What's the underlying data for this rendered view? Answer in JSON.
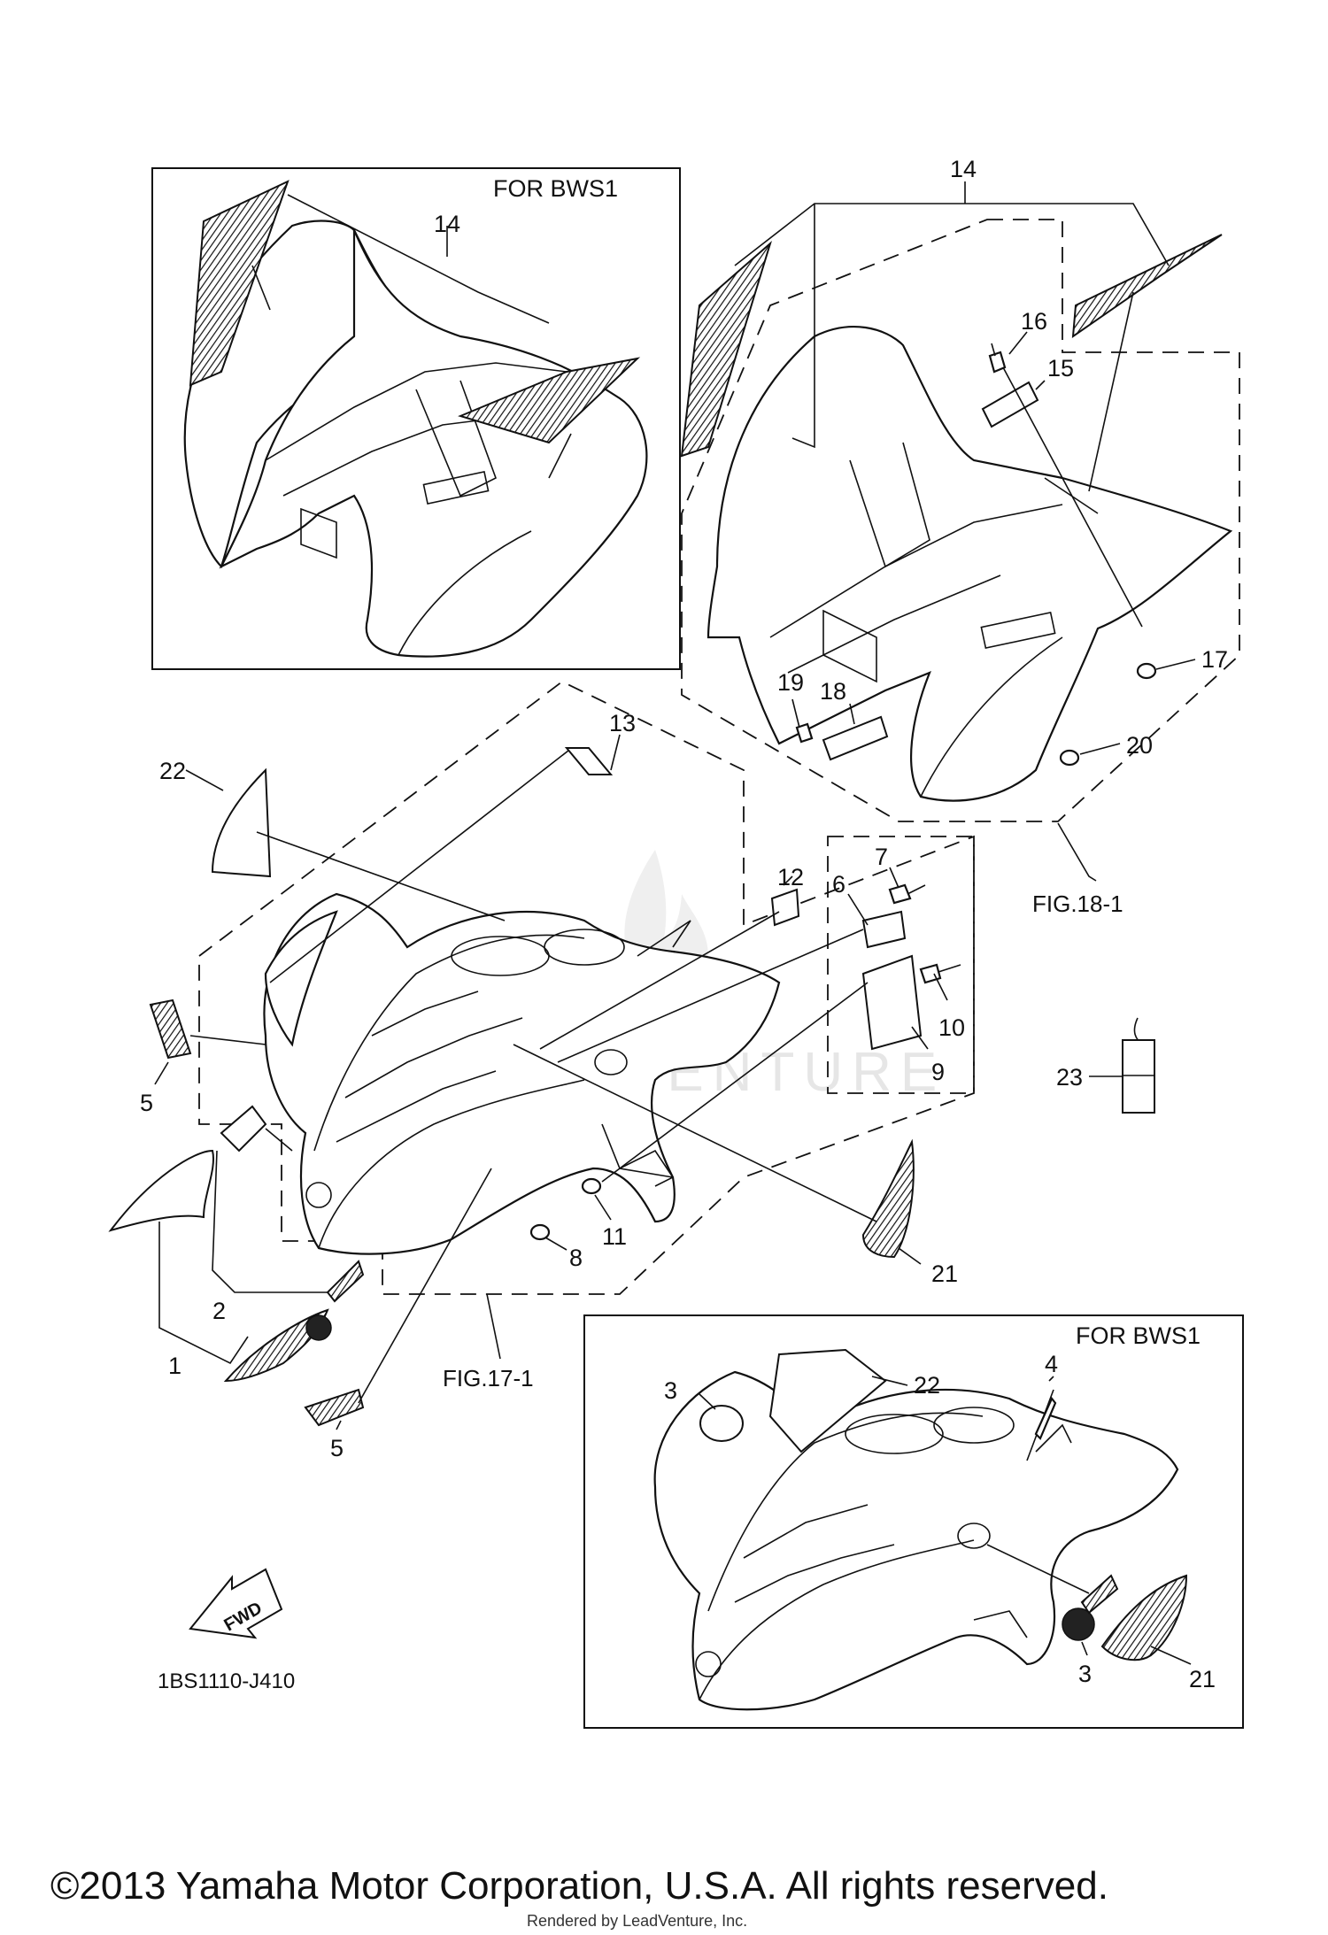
{
  "diagram": {
    "code": "1BS1110-J410",
    "fwd_label": "FWD",
    "boxes": {
      "top_left_title": "FOR BWS1",
      "bottom_right_title": "FOR BWS1"
    },
    "figure_refs": {
      "fig17": "FIG.17-1",
      "fig18": "FIG.18-1"
    },
    "callouts": {
      "c1": "1",
      "c2": "2",
      "c3a": "3",
      "c3b": "3",
      "c4": "4",
      "c5a": "5",
      "c5b": "5",
      "c6": "6",
      "c7": "7",
      "c8": "8",
      "c9": "9",
      "c10": "10",
      "c11": "11",
      "c12": "12",
      "c13": "13",
      "c14a": "14",
      "c14b": "14",
      "c15": "15",
      "c16": "16",
      "c17": "17",
      "c18": "18",
      "c19": "19",
      "c20": "20",
      "c21a": "21",
      "c21b": "21",
      "c22a": "22",
      "c22b": "22",
      "c23": "23"
    },
    "watermark": "LEADVENTURE",
    "copyright": "©2013 Yamaha Motor Corporation, U.S.A. All rights reserved.",
    "rendered_by": "Rendered by LeadVenture, Inc."
  }
}
